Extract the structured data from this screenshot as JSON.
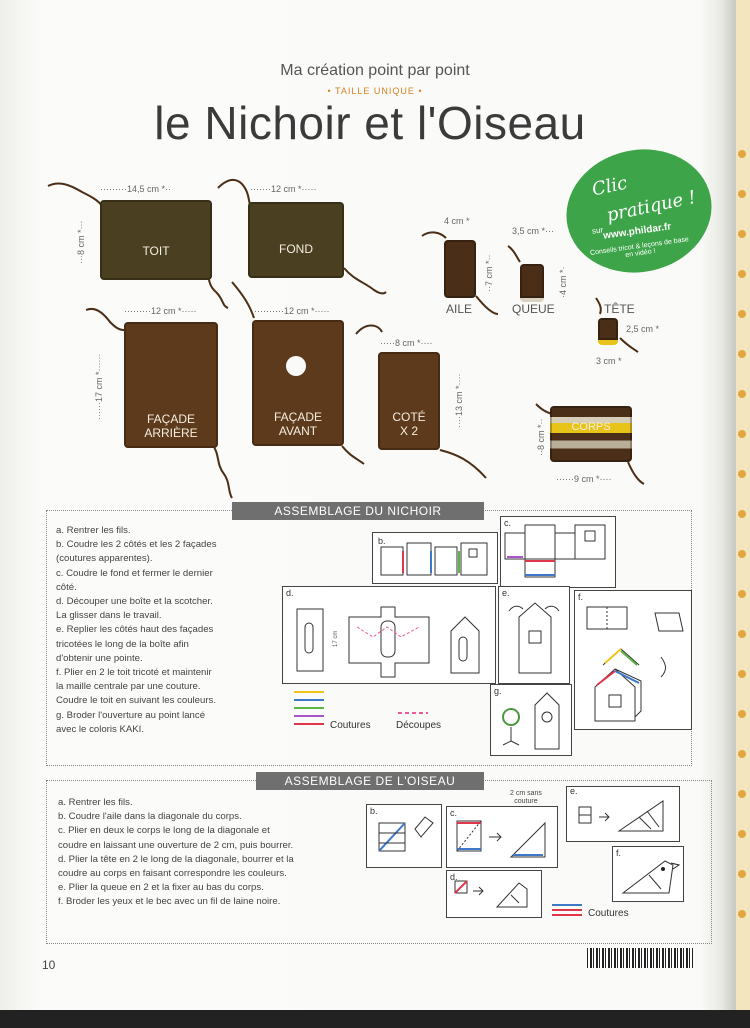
{
  "header": {
    "subtitle": "Ma création point par point",
    "size_label": "• TAILLE UNIQUE •",
    "title": "le Nichoir et l'Oiseau"
  },
  "promo": {
    "line1": "Clic",
    "line2": "pratique !",
    "sur": "sur",
    "url": "www.phildar.fr",
    "tagline": "Conseils tricot & leçons de base en vidéo !"
  },
  "pieces": {
    "toit": {
      "label": "TOIT",
      "width": "14,5 cm *",
      "height": "8 cm *"
    },
    "fond": {
      "label": "FOND",
      "width": "12 cm *"
    },
    "facade_arriere": {
      "label1": "FAÇADE",
      "label2": "ARRIÈRE",
      "width": "12 cm *",
      "height": "17 cm *"
    },
    "facade_avant": {
      "label1": "FAÇADE",
      "label2": "AVANT",
      "width": "12 cm *"
    },
    "cote": {
      "label1": "COTÉ",
      "label2": "X 2",
      "width": "8 cm *",
      "height": "13 cm *"
    },
    "aile": {
      "label": "AILE",
      "width": "4 cm *",
      "height": "7 cm *"
    },
    "queue": {
      "label": "QUEUE",
      "width": "3,5 cm *",
      "height": "4 cm *"
    },
    "tete": {
      "label": "TÊTE",
      "width": "2,5 cm *",
      "height": "3 cm *"
    },
    "corps": {
      "label": "CORPS",
      "width": "9 cm *",
      "height": "8 cm *"
    }
  },
  "nichoir": {
    "heading": "ASSEMBLAGE DU NICHOIR",
    "steps": [
      "a. Rentrer les fils.",
      "b. Coudre les 2 côtés et les 2 façades",
      "(coutures apparentes).",
      "c. Coudre le fond et fermer le dernier",
      "côté.",
      "d. Découper une boîte et la scotcher.",
      "La glisser dans le travail.",
      "e. Replier les côtés haut des façades",
      "tricotées le long de la boîte afin",
      "d'obtenir une pointe.",
      "f. Plier en 2 le toit tricoté et maintenir",
      "la maille centrale par une couture.",
      "Coudre le toit en suivant les couleurs.",
      "g. Broder l'ouverture au point lancé",
      "avec le coloris KAKI."
    ],
    "diagram_letters": [
      "b.",
      "c.",
      "d.",
      "e.",
      "f.",
      "g."
    ],
    "legend_coutures": "Coutures",
    "legend_decoupes": "Découpes",
    "dim_label": "17 cm"
  },
  "oiseau": {
    "heading": "ASSEMBLAGE DE L'OISEAU",
    "steps": [
      "a. Rentrer les fils.",
      "b. Coudre l'aile dans la diagonale du corps.",
      "c. Plier en deux le corps le long de la diagonale et",
      "coudre en laissant une ouverture de 2 cm, puis bourrer.",
      "d. Plier la tête en 2 le long de la diagonale, bourrer et la",
      "coudre au corps en faisant correspondre les couleurs.",
      "e. Plier la queue en 2 et la fixer au bas du corps.",
      "f. Broder les yeux et le bec avec un fil de laine noire."
    ],
    "diagram_letters": [
      "b.",
      "c.",
      "d.",
      "e.",
      "f."
    ],
    "note_line1": "2 cm sans",
    "note_line2": "couture",
    "legend_coutures": "Coutures"
  },
  "footer": {
    "page_number": "10"
  },
  "colors": {
    "knit_brown": "#5e3a1c",
    "knit_olive": "#4b3f22",
    "accent_green": "#3ea44a",
    "accent_orange": "#d4831f",
    "corps_yellow": "#e8c31a"
  }
}
